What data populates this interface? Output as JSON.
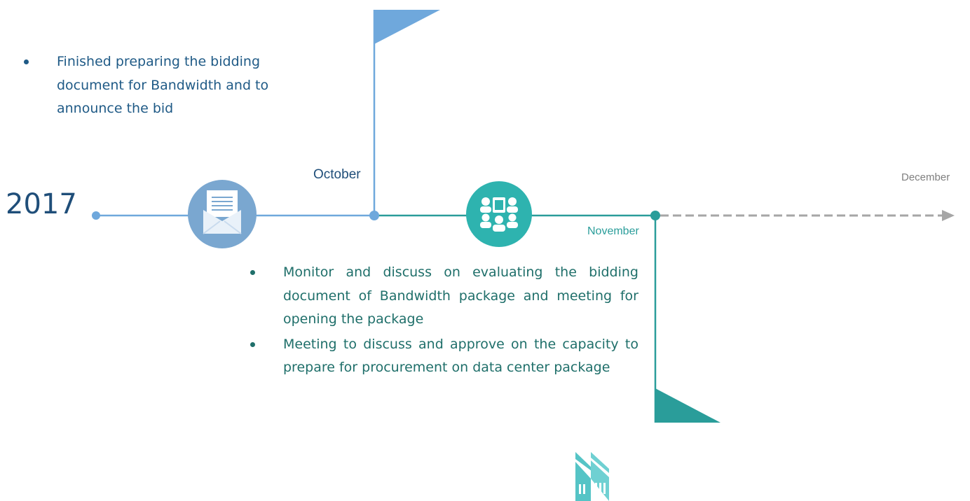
{
  "timeline": {
    "year": "2017",
    "months": {
      "october": "October",
      "november": "November",
      "december": "December"
    }
  },
  "notes": {
    "top": [
      "Finished preparing the bidding document for Bandwidth and to announce the bid"
    ],
    "bottom": [
      "Monitor and discuss on evaluating the bidding document of Bandwidth package and meeting for opening the package",
      "Meeting to discuss and approve on the capacity to prepare for procurement on data center package"
    ]
  },
  "icons": {
    "milestone_1": "envelope-icon",
    "milestone_2": "team-meeting-icon",
    "bottom": "buildings-icon"
  },
  "colors": {
    "blue": "#6fa8dc",
    "dark_blue": "#1f4e79",
    "teal": "#2a9d9a",
    "gray": "#a6a6a6"
  }
}
